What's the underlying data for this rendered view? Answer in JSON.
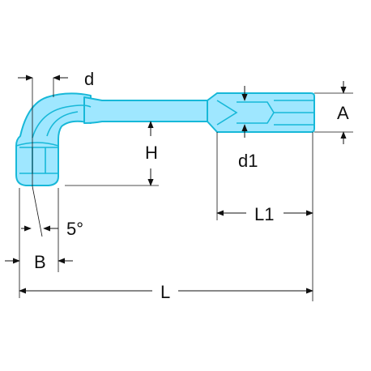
{
  "drawing": {
    "colors": {
      "part_fill": "#9fe7ff",
      "part_outline": "#17b8d8",
      "dimension_lines": "#111111"
    },
    "dimensions": {
      "d": "d",
      "H": "H",
      "A": "A",
      "d1": "d1",
      "L1": "L1",
      "angle": "5°",
      "B": "B",
      "L": "L"
    }
  }
}
